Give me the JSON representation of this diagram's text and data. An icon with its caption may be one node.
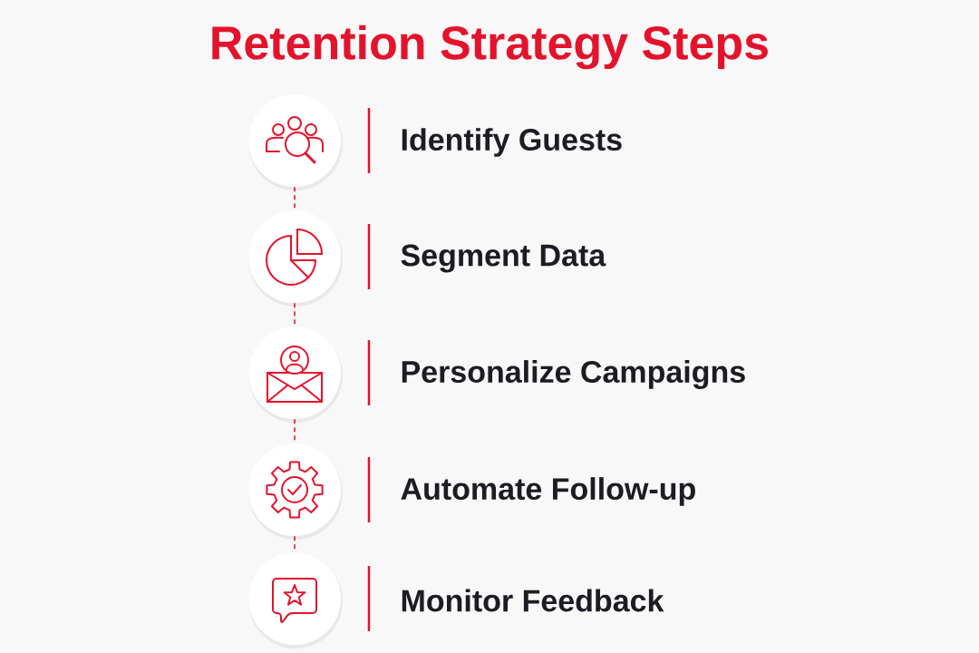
{
  "diagram": {
    "title": "Retention Strategy Steps",
    "nodes": [
      {
        "text": [],
        "shape": "circle",
        "beside": [
          "Identify Guests"
        ]
      },
      {
        "text": [],
        "shape": "circle",
        "beside": [
          "Segment Data"
        ]
      },
      {
        "text": [],
        "shape": "circle",
        "beside": [
          "Personalize Campaigns"
        ]
      },
      {
        "text": [],
        "shape": "circle",
        "beside": [
          "Automate Follow-up"
        ]
      },
      {
        "text": [],
        "shape": "circle",
        "beside": [
          "Monitor Feedback"
        ]
      }
    ],
    "edges": [
      {
        "from": 0,
        "to": 1,
        "arrow": "none",
        "style": "dashed"
      },
      {
        "from": 1,
        "to": 2,
        "arrow": "none",
        "style": "dashed"
      },
      {
        "from": 2,
        "to": 3,
        "arrow": "none",
        "style": "dashed"
      },
      {
        "from": 3,
        "to": 4,
        "arrow": "none",
        "style": "dashed"
      }
    ]
  }
}
